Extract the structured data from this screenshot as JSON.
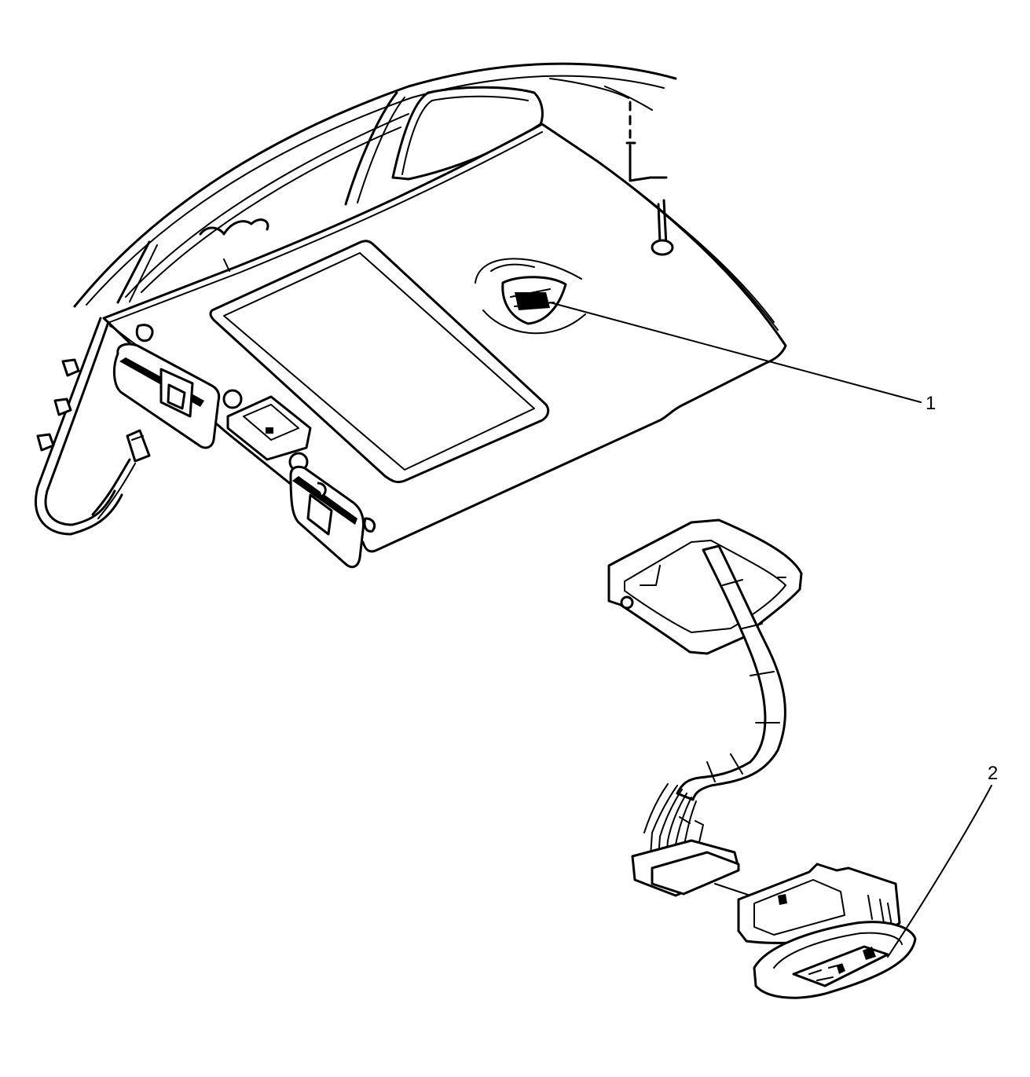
{
  "callouts": [
    {
      "number": "1",
      "part": "headliner-dome-lamp-opening"
    },
    {
      "number": "2",
      "part": "dome-lamp-assembly"
    }
  ],
  "colors": {
    "line": "#000000",
    "background": "#ffffff"
  }
}
